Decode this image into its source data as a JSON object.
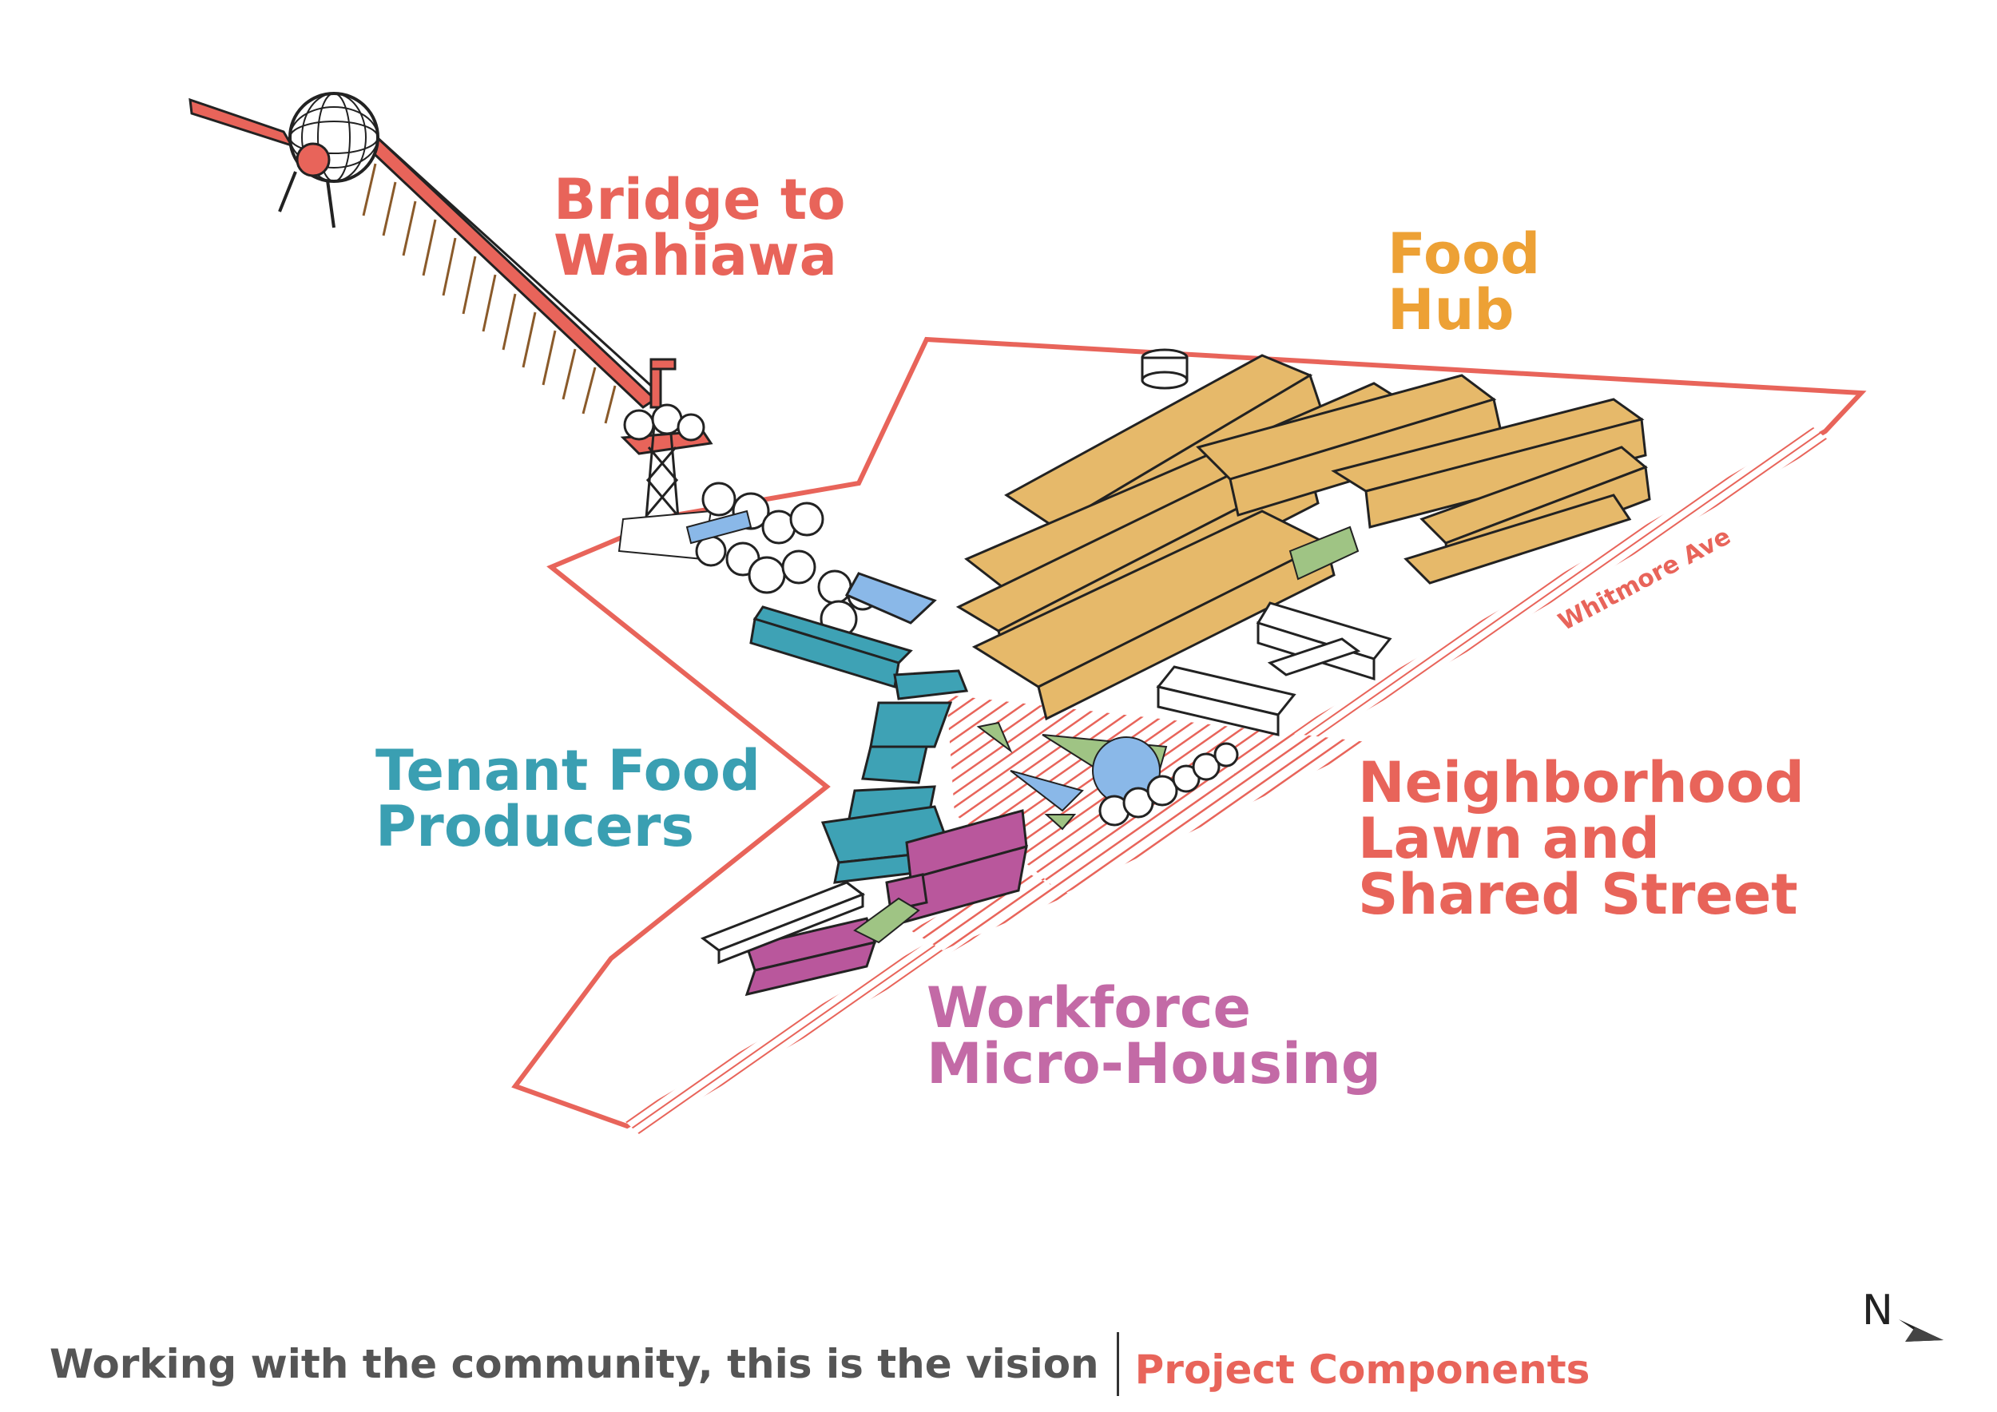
{
  "colors": {
    "coral": "#e8645a",
    "food_hub": "#e6b96a",
    "food_hub_label": "#eda135",
    "tenant": "#3ea2b5",
    "tenant_label": "#3a9fb2",
    "housing": "#b9579c",
    "housing_label": "#c36aa6",
    "lawn": "#9fc484",
    "water": "#8ab8e8",
    "footer_text": "#555555"
  },
  "labels": {
    "bridge": [
      "Bridge to",
      "Wahiawa"
    ],
    "food_hub": [
      "Food",
      "Hub"
    ],
    "tenant": [
      "Tenant Food",
      "Producers"
    ],
    "neighborhood": [
      "Neighborhood",
      "Lawn and",
      "Shared Street"
    ],
    "workforce": [
      "Workforce",
      "Micro-Housing"
    ]
  },
  "street": "Whitmore Ave",
  "north": "N",
  "footer": {
    "main": "Working with the community, this is the vision",
    "sub": "Project Components"
  },
  "icons": [
    "north-arrow-icon",
    "geodesic-sphere-icon",
    "water-tower-icon",
    "transmission-tower-icon"
  ]
}
